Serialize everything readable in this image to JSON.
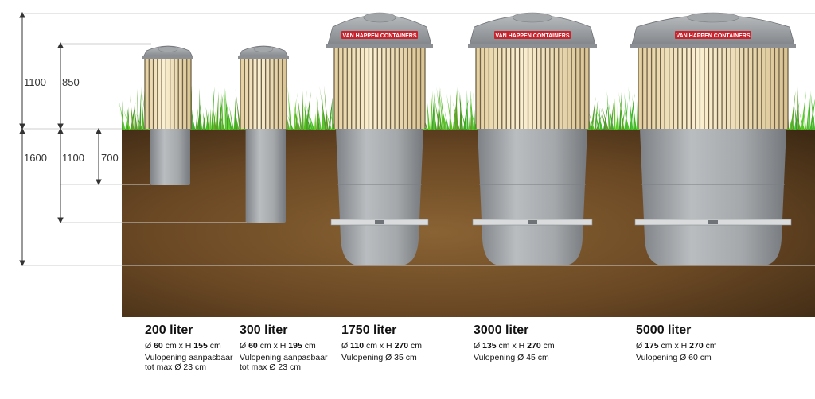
{
  "brand_label": "VAN HAPPEN CONTAINERS",
  "dimensions": {
    "above_ground": [
      "1100",
      "850"
    ],
    "below_ground": [
      "1600",
      "1100",
      "700"
    ]
  },
  "containers": [
    {
      "title": "200 liter",
      "dia": "60",
      "height": "155",
      "note1": "Vulopening aanpasbaar",
      "note2": "tot max Ø 23 cm"
    },
    {
      "title": "300 liter",
      "dia": "60",
      "height": "195",
      "note1": "Vulopening aanpasbaar",
      "note2": "tot max Ø 23 cm"
    },
    {
      "title": "1750 liter",
      "dia": "110",
      "height": "270",
      "note1": "Vulopening Ø 35 cm",
      "note2": ""
    },
    {
      "title": "3000 liter",
      "dia": "135",
      "height": "270",
      "note1": "Vulopening Ø 45 cm",
      "note2": ""
    },
    {
      "title": "5000 liter",
      "dia": "175",
      "height": "270",
      "note1": "Vulopening Ø 60 cm",
      "note2": ""
    }
  ],
  "labels": {
    "dia_prefix": "Ø",
    "unit": "cm",
    "height_prefix": "x H"
  },
  "colors": {
    "soil": "#6b4a26",
    "cladding": "#f0e0b8",
    "slat": "#8a7a5a",
    "grey": "#9ea2a5",
    "grass": "#5aa632"
  }
}
